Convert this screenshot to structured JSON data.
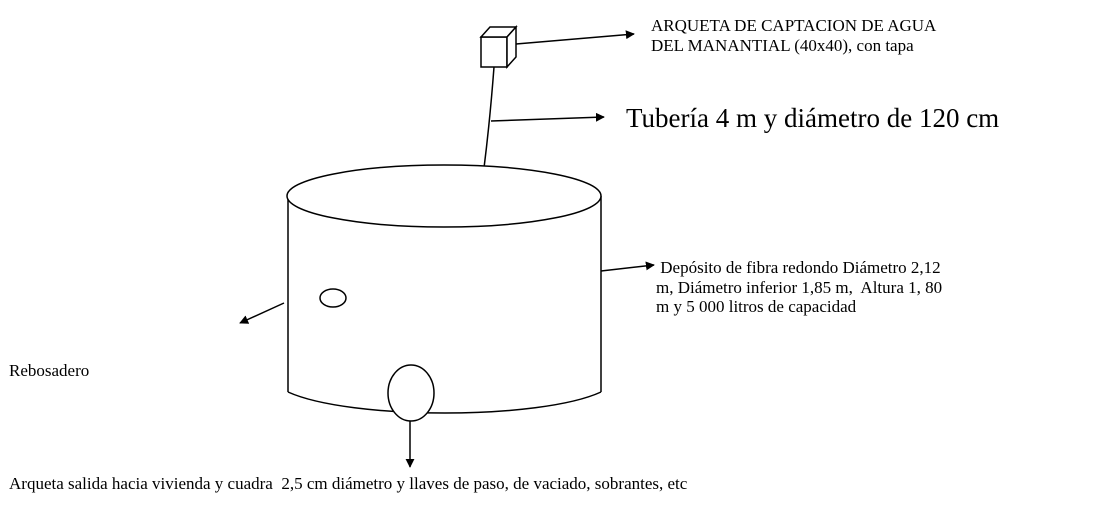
{
  "labels": {
    "captacion": [
      "ARQUETA DE CAPTACION DE AGUA",
      "DEL MANANTIAL (40x40), con tapa"
    ],
    "tuberia": "Tubería 4 m y diámetro de 120 cm",
    "deposito": [
      " Depósito de fibra redondo Diámetro 2,12",
      "m, Diámetro inferior 1,85 m,  Altura 1, 80",
      "m y 5 000 litros de capacidad"
    ],
    "rebosadero": "Rebosadero",
    "salida": "Arqueta salida hacia vivienda y cuadra  2,5 cm diámetro y llaves de paso, de vaciado, sobrantes, etc"
  }
}
